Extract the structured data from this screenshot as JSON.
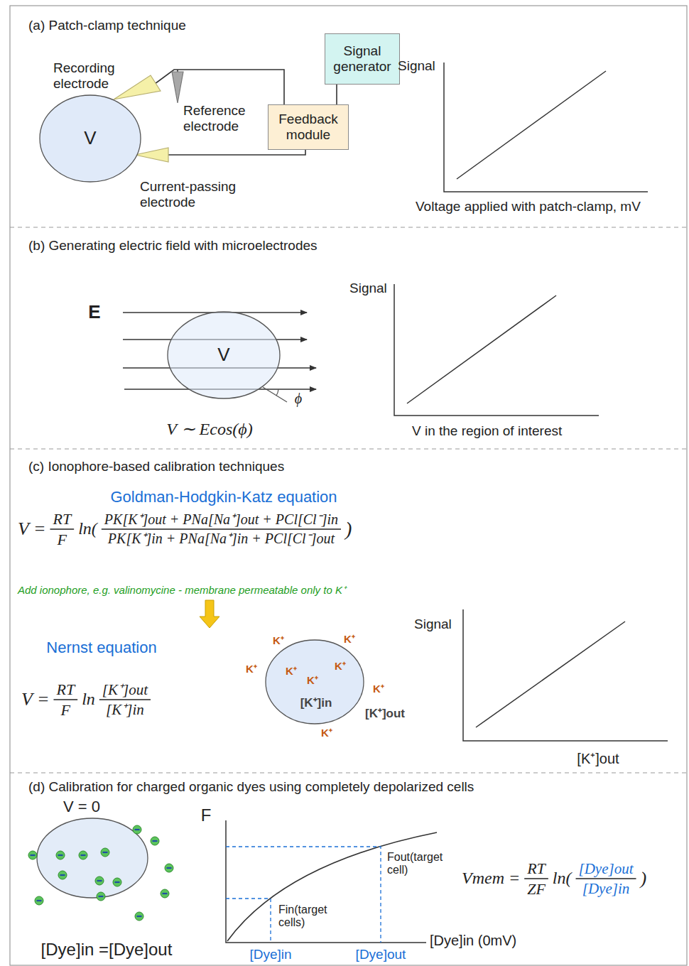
{
  "diagram": {
    "nodes": [
      {
        "text": [
          "V"
        ]
      },
      {
        "text": [
          "Signal generator"
        ]
      },
      {
        "text": [
          "Feedback module"
        ]
      },
      {
        "text": [
          "V"
        ]
      },
      {
        "text": [
          "K⁺",
          "K⁺",
          "K⁺",
          "[K⁺]in"
        ]
      }
    ],
    "edges": [
      {
        "from": 1,
        "to": 2,
        "arrow": "none"
      }
    ],
    "labels": [
      "(a) Patch-clamp technique",
      "Recording electrode",
      "Reference electrode",
      "Current-passing electrode",
      "Signal",
      "Voltage applied with patch-clamp, mV",
      "(b) Generating electric field with microelectrodes",
      "E",
      "ϕ",
      "V ∼ Ecos(ϕ)",
      "Signal",
      "V in the region of interest",
      "(c) Ionophore-based calibration techniques",
      "Goldman-Hodgkin-Katz equation",
      "V =",
      "RT",
      "F",
      "ln(",
      "PK[K⁺]out + PNa[Na⁺]out + PCl[Cl⁻]in",
      "PK[K⁺]in + PNa[Na⁺]in + PCl[Cl⁻]out",
      ")",
      "Add ionophore, e.g. valinomycine - membrane permeatable only to K⁺",
      "Nernst equation",
      "V =",
      "RT",
      "F",
      "ln",
      "[K⁺]out",
      "[K⁺]in",
      "K⁺",
      "K⁺",
      "K⁺",
      "K⁺",
      "K⁺",
      "[K⁺]out",
      "Signal",
      "[K⁺]out",
      "(d) Calibration for charged organic dyes using completely depolarized cells",
      "V = 0",
      "[Dye]in =[Dye]out",
      "F",
      "Fin(target cells)",
      "Fout(target cell)",
      "[Dye]in",
      "[Dye]out",
      "[Dye]in (0mV)",
      "Vmem =",
      "RT",
      "ZF",
      "ln(",
      "[Dye]out",
      "[Dye]in",
      ")"
    ]
  }
}
